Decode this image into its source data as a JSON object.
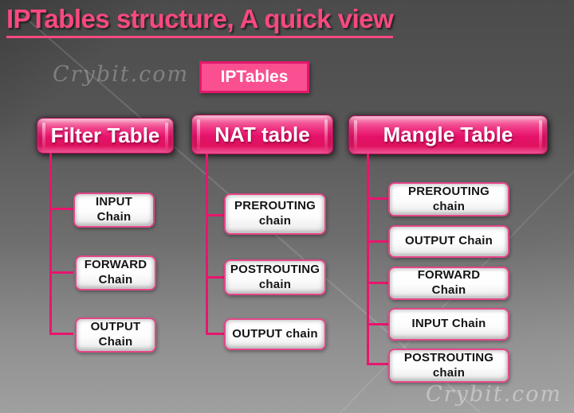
{
  "page": {
    "title": "IPTables structure, A quick view",
    "watermark_top": "Crybit.com",
    "watermark_bottom": "Crybit.com"
  },
  "root_node": {
    "label": "IPTables"
  },
  "columns": [
    {
      "header": "Filter Table",
      "children": [
        {
          "label": "INPUT\nChain"
        },
        {
          "label": "FORWARD\nChain"
        },
        {
          "label": "OUTPUT\nChain"
        }
      ]
    },
    {
      "header": "NAT table",
      "children": [
        {
          "label": "PREROUTING\nchain"
        },
        {
          "label": "POSTROUTING\nchain"
        },
        {
          "label": "OUTPUT chain"
        }
      ]
    },
    {
      "header": "Mangle Table",
      "children": [
        {
          "label": "PREROUTING\nchain"
        },
        {
          "label": "OUTPUT Chain"
        },
        {
          "label": "FORWARD\nChain"
        },
        {
          "label": "INPUT Chain"
        },
        {
          "label": "POSTROUTING\nchain"
        }
      ]
    }
  ],
  "colors": {
    "title_pink": "#f8497f",
    "header_pink": "#e41169",
    "root_box_fill": "#fa4f90",
    "root_box_border": "#e2186c",
    "connector_pink": "#e8156e",
    "chain_border_pink": "#e5468a",
    "background_top": "#4b4b4b",
    "background_bottom": "#a0a0a0"
  }
}
